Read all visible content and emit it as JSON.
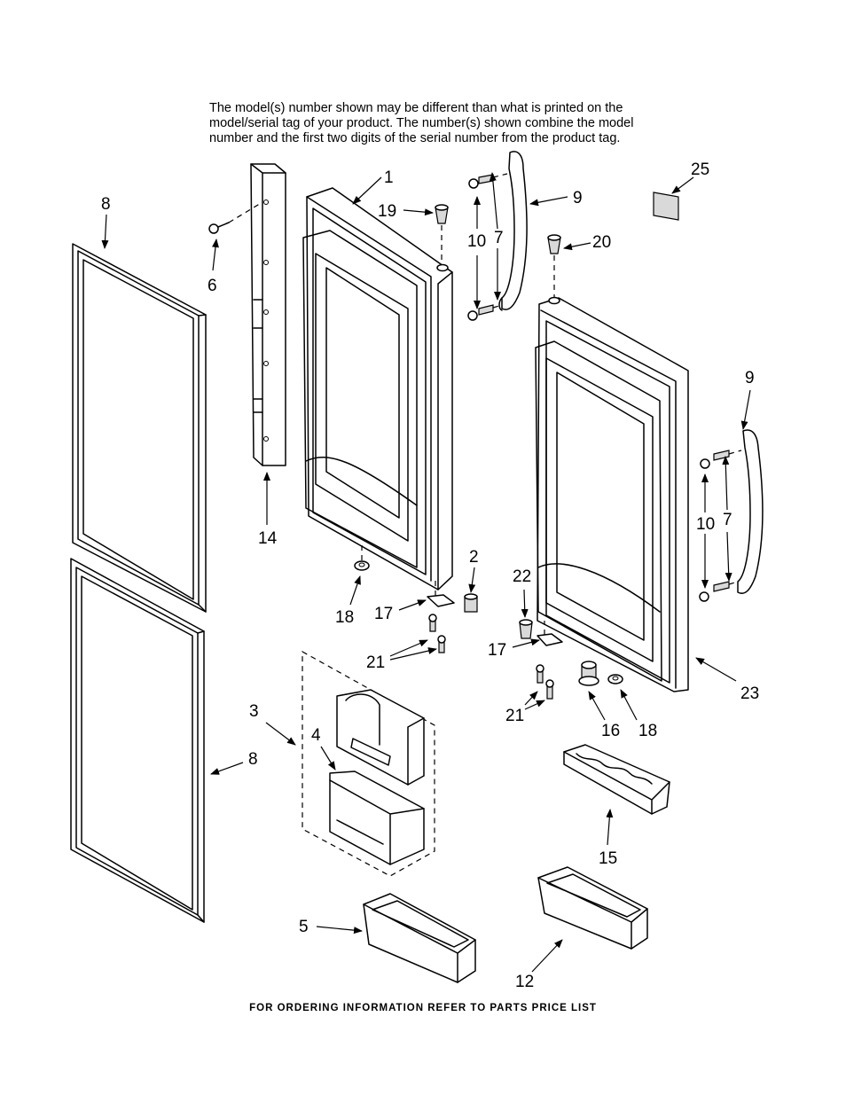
{
  "notice": {
    "line1": "The model(s) number shown may be different than what is printed on the",
    "line2": "model/serial tag of your product. The number(s) shown combine the model",
    "line3": "number and the first two digits of the serial number from the product tag."
  },
  "footer": "FOR ORDERING INFORMATION REFER TO PARTS PRICE LIST",
  "callouts": [
    {
      "id": "c1",
      "text": "1"
    },
    {
      "id": "c19",
      "text": "19"
    },
    {
      "id": "c10a",
      "text": "10"
    },
    {
      "id": "c7a",
      "text": "7"
    },
    {
      "id": "c9a",
      "text": "9"
    },
    {
      "id": "c25",
      "text": "25"
    },
    {
      "id": "c20",
      "text": "20"
    },
    {
      "id": "c8a",
      "text": "8"
    },
    {
      "id": "c6",
      "text": "6"
    },
    {
      "id": "c14",
      "text": "14"
    },
    {
      "id": "c9b",
      "text": "9"
    },
    {
      "id": "c10b",
      "text": "10"
    },
    {
      "id": "c7b",
      "text": "7"
    },
    {
      "id": "c2",
      "text": "2"
    },
    {
      "id": "c22",
      "text": "22"
    },
    {
      "id": "c18a",
      "text": "18"
    },
    {
      "id": "c17a",
      "text": "17"
    },
    {
      "id": "c17b",
      "text": "17"
    },
    {
      "id": "c21a",
      "text": "21"
    },
    {
      "id": "c21b",
      "text": "21"
    },
    {
      "id": "c16",
      "text": "16"
    },
    {
      "id": "c18b",
      "text": "18"
    },
    {
      "id": "c23",
      "text": "23"
    },
    {
      "id": "c3",
      "text": "3"
    },
    {
      "id": "c4",
      "text": "4"
    },
    {
      "id": "c8b",
      "text": "8"
    },
    {
      "id": "c15",
      "text": "15"
    },
    {
      "id": "c5",
      "text": "5"
    },
    {
      "id": "c12",
      "text": "12"
    }
  ]
}
